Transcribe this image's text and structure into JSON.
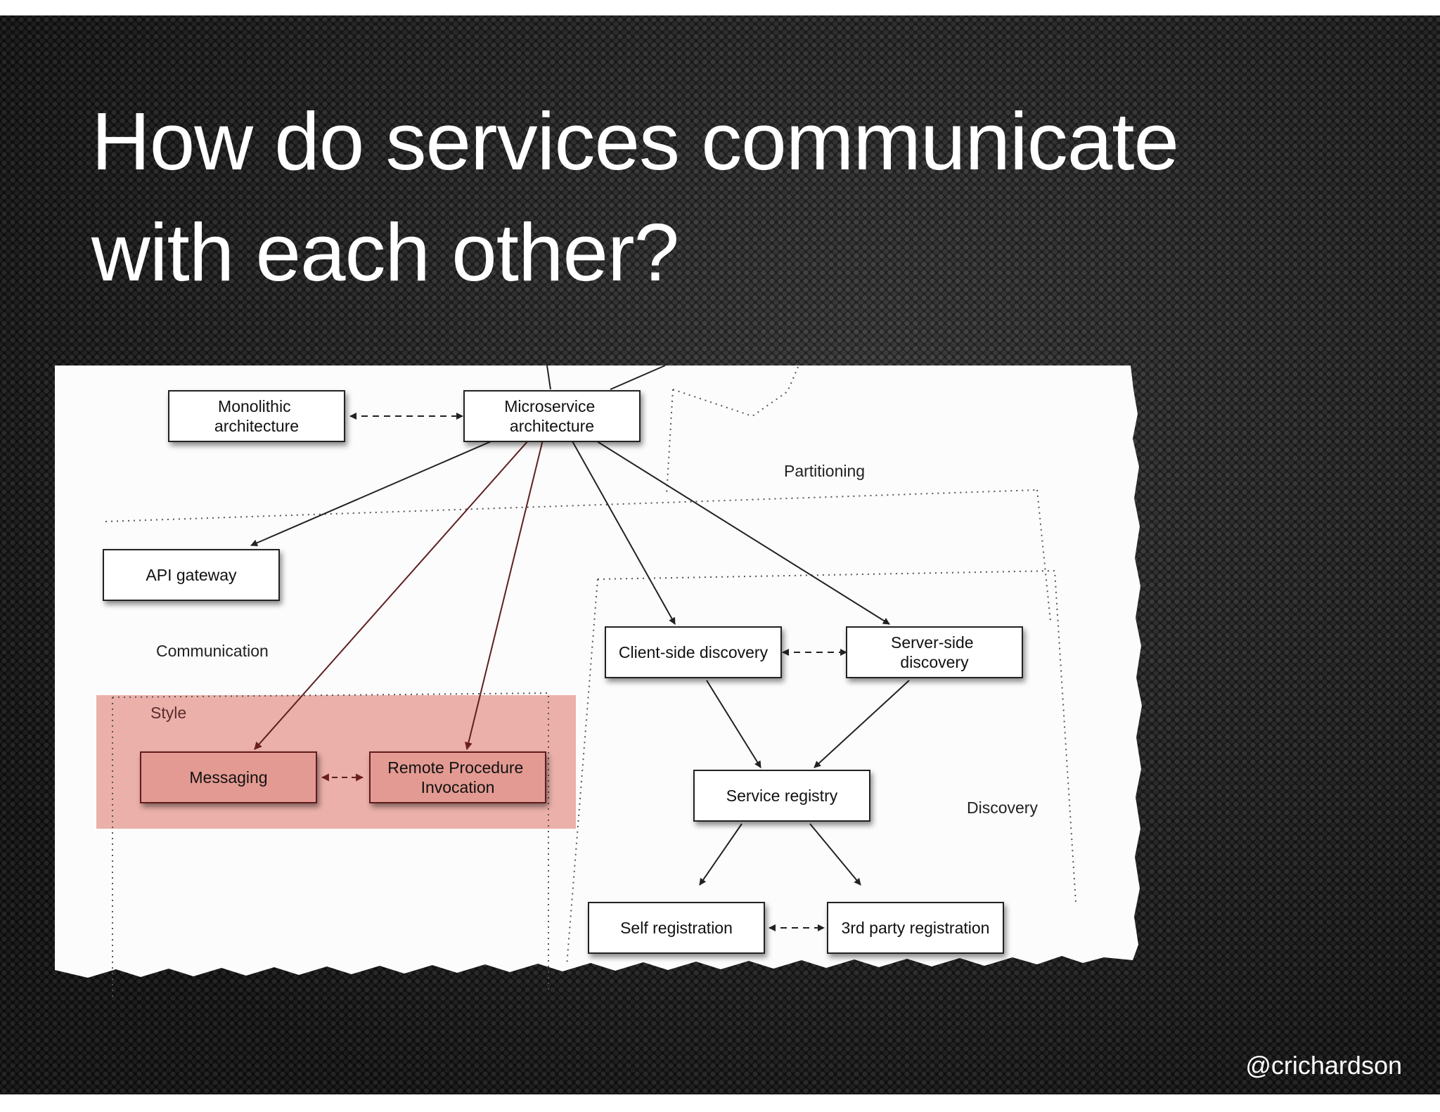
{
  "slide": {
    "title_line1": "How do services communicate",
    "title_line2": "with each other?",
    "handle": "@crichardson"
  },
  "diagram": {
    "nodes": {
      "monolithic": [
        "Monolithic",
        "architecture"
      ],
      "microservice": [
        "Microservice",
        "architecture"
      ],
      "api_gateway": [
        "API gateway"
      ],
      "messaging": [
        "Messaging"
      ],
      "rpc": [
        "Remote Procedure",
        "Invocation"
      ],
      "client_discovery": [
        "Client-side discovery"
      ],
      "server_discovery": [
        "Server-side",
        "discovery"
      ],
      "service_registry": [
        "Service registry"
      ],
      "self_registration": [
        "Self registration"
      ],
      "third_party_registration": [
        "3rd party registration"
      ]
    },
    "zones": {
      "partitioning": "Partitioning",
      "communication": "Communication",
      "style": "Style",
      "discovery": "Discovery"
    },
    "colors": {
      "highlight": "#e8a59d",
      "box_border": "#222222",
      "arrow_dark_red": "#6b1e1e",
      "paper": "#fdfcfd"
    }
  }
}
